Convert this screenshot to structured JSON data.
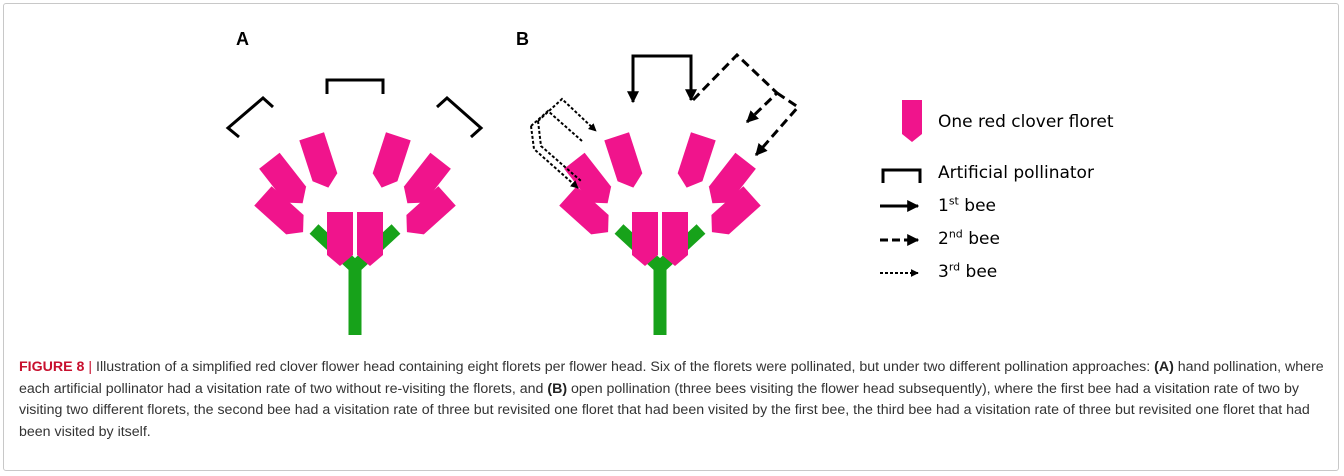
{
  "panels": {
    "a_label": "A",
    "b_label": "B"
  },
  "legend": {
    "floret": "One red clover floret",
    "pollinator": "Artificial pollinator",
    "bee1_num": "1",
    "bee1_sup": "st",
    "bee2_num": "2",
    "bee2_sup": "nd",
    "bee3_num": "3",
    "bee3_sup": "rd",
    "bee_word": " bee"
  },
  "colors": {
    "floret": "#f0148c",
    "stem": "#17a21a",
    "ink": "#000000",
    "caption_label": "#c8102e"
  },
  "caption": {
    "label": "FIGURE 8",
    "separator": " | ",
    "t1": "Illustration of a simplified red clover flower head containing eight florets per flower head. Six of the florets were pollinated, but under two different pollination approaches: ",
    "a": "(A)",
    "t2": " hand pollination, where each artificial pollinator had a visitation rate of two without re-visiting the florets, and ",
    "b": "(B)",
    "t3": " open pollination (three bees visiting the flower head subsequently), where the first bee had a visitation rate of two by visiting two different florets, the second bee had a visitation rate of three but revisited one floret that had been visited by the first bee, the third bee had a visitation rate of three but revisited one floret that had been visited by itself."
  }
}
